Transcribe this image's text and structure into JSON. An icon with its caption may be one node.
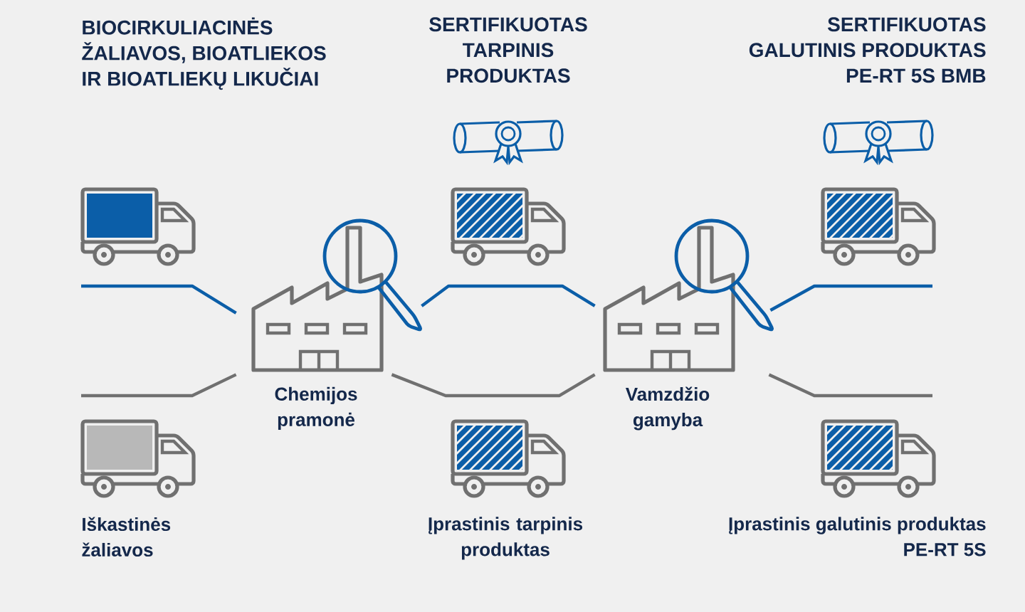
{
  "diagram": {
    "nodes": [
      {
        "text": [
          "Chemijos pramonė"
        ]
      },
      {
        "text": [
          "Vamzdžio gamyba"
        ]
      }
    ],
    "edges": [
      {
        "from": null,
        "to": 0,
        "arrow": "none",
        "color": "#0b5ea8"
      },
      {
        "from": null,
        "to": 0,
        "arrow": "none",
        "color": "#707070"
      },
      {
        "from": 0,
        "to": 1,
        "arrow": "none",
        "color": "#0b5ea8"
      },
      {
        "from": 0,
        "to": 1,
        "arrow": "none",
        "color": "#707070"
      },
      {
        "from": 1,
        "to": null,
        "arrow": "none",
        "color": "#0b5ea8"
      },
      {
        "from": 1,
        "to": null,
        "arrow": "none",
        "color": "#707070"
      }
    ],
    "labels": [
      "BIOCIRKULIACINĖS ŽALIAVOS, BIOATLIEKOS IR BIOATLIEKŲ LIKUČIAI",
      "SERTIFIKUOTAS TARPINIS PRODUKTAS",
      "SERTIFIKUOTAS GALUTINIS PRODUKTAS PE-RT 5S BMB",
      "Iškastinės žaliavos",
      "Įprastinis tarpinis produktas",
      "Įprastinis galutinis produktas PE-RT 5S"
    ]
  }
}
